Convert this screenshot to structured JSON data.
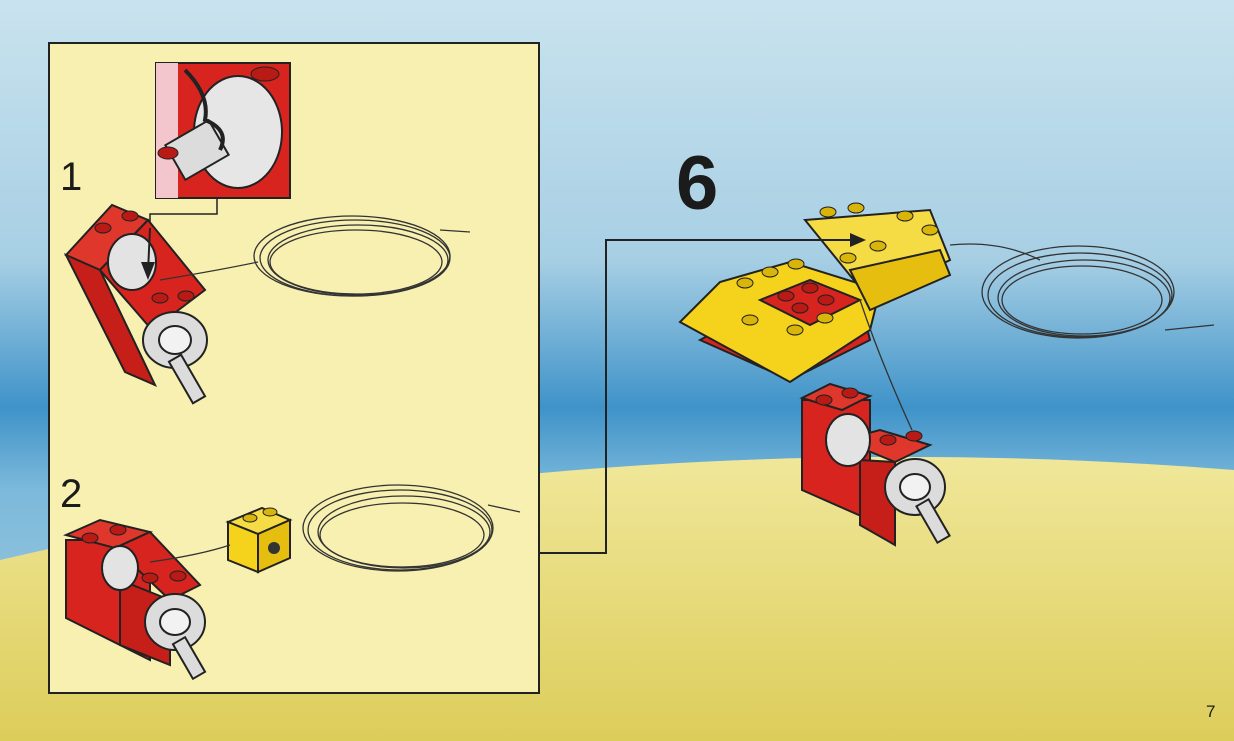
{
  "step": {
    "number": "6",
    "substeps": [
      "1",
      "2"
    ]
  },
  "page_number": "7",
  "colors": {
    "brick_red": "#d8241e",
    "brick_yellow": "#f5d31c",
    "panel": "#f7f0b0",
    "sky": "#9fc9e0",
    "ground": "#e9dc7a",
    "line": "#222222"
  },
  "icons": [
    "winch-brick-icon",
    "string-coil-icon",
    "technic-brick-icon",
    "yellow-plane-icon",
    "knot-detail-icon",
    "arrow-icon"
  ]
}
